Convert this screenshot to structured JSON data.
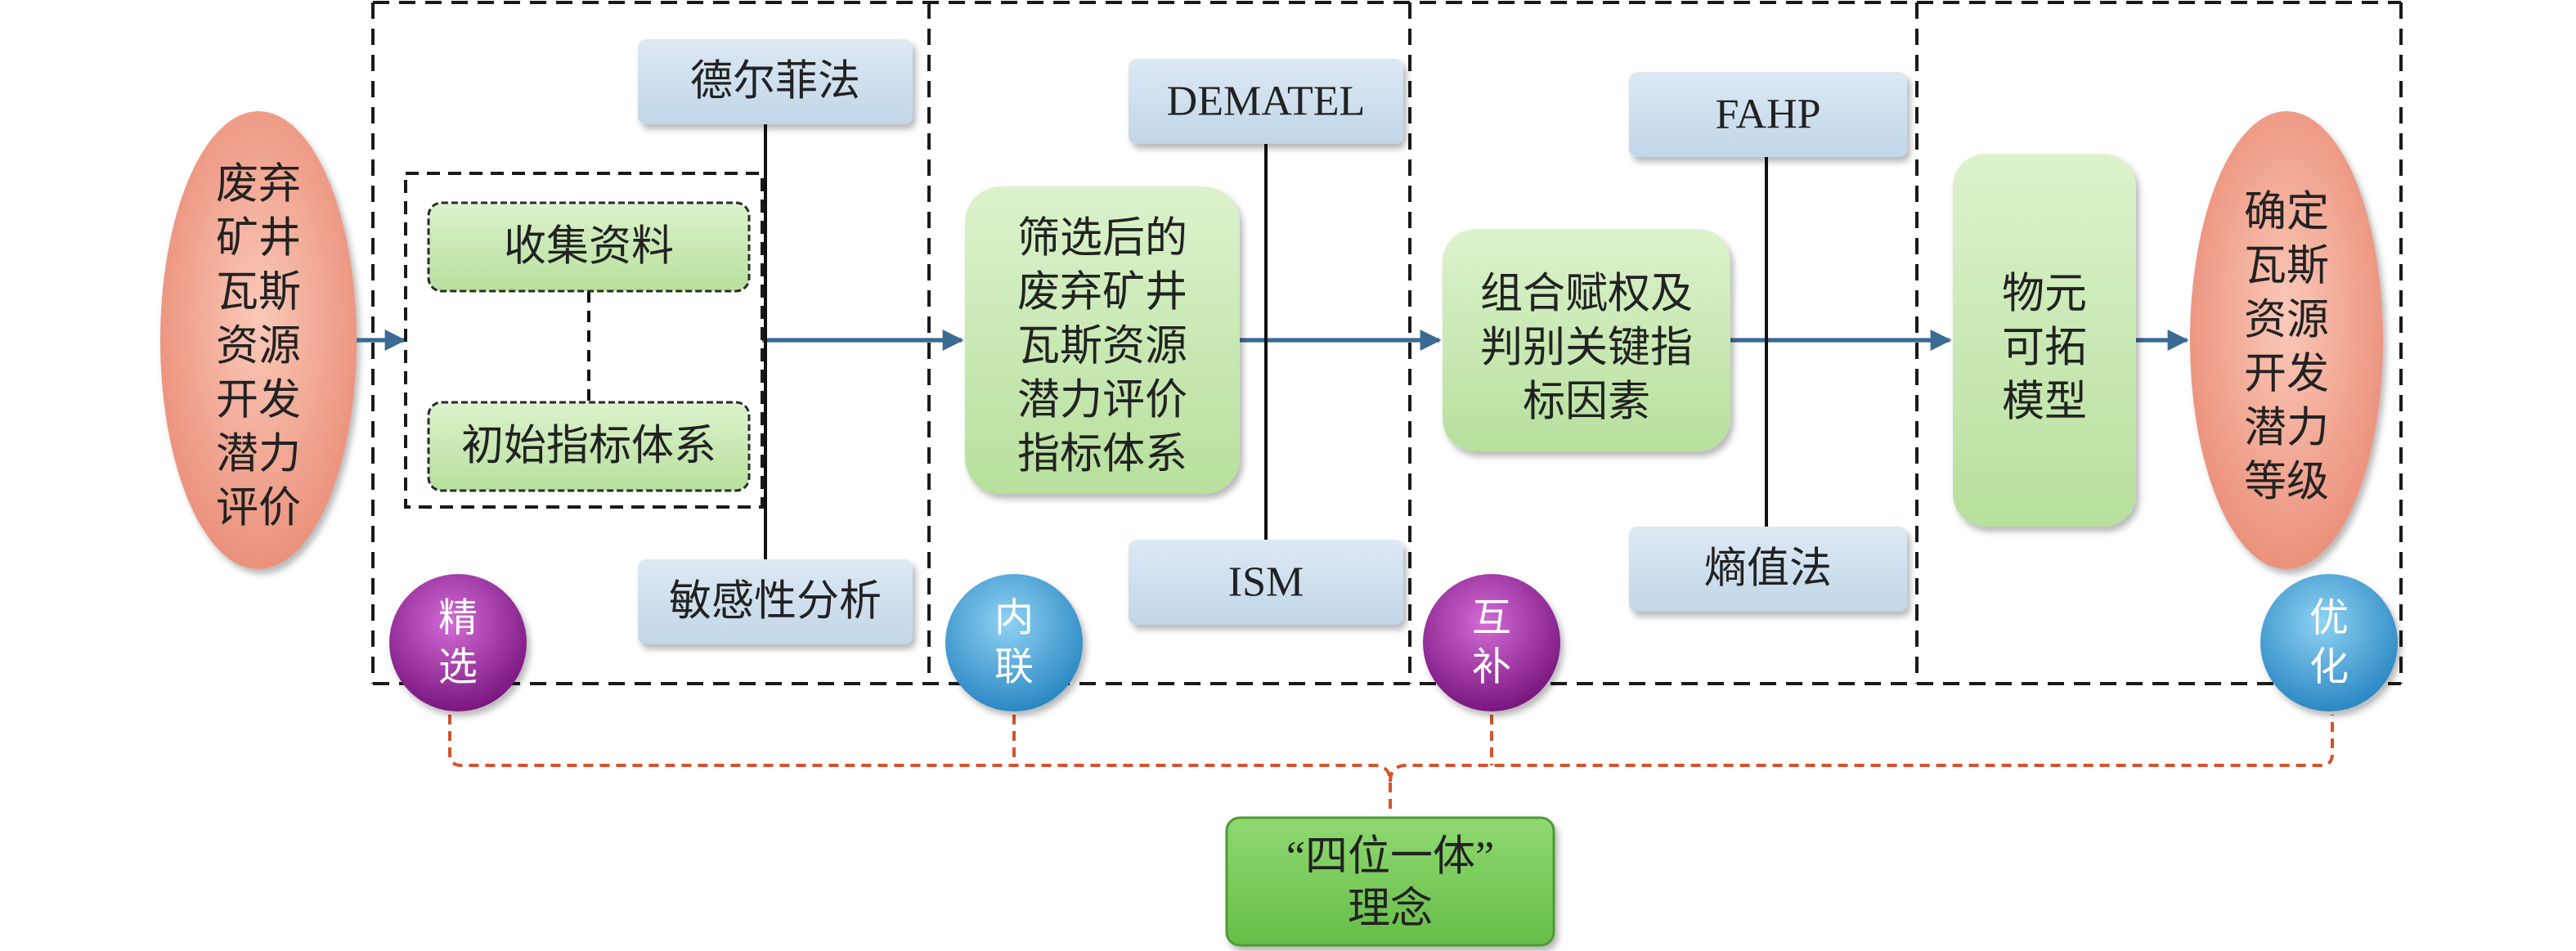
{
  "nodes": {
    "start": {
      "lines": [
        "废弃",
        "矿井",
        "瓦斯",
        "资源",
        "开发",
        "潜力",
        "评价"
      ]
    },
    "collect": {
      "label": "收集资料"
    },
    "initial": {
      "label": "初始指标体系"
    },
    "delphi": {
      "label": "德尔菲法"
    },
    "sensitivity": {
      "label": "敏感性分析"
    },
    "screened": {
      "lines": [
        "筛选后的",
        "废弃矿井",
        "瓦斯资源",
        "潜力评价",
        "指标体系"
      ]
    },
    "dematel": {
      "label": "DEMATEL"
    },
    "ism": {
      "label": "ISM"
    },
    "weighting": {
      "lines": [
        "组合赋权及",
        "判别关键指",
        "标因素"
      ]
    },
    "fahp": {
      "label": "FAHP"
    },
    "entropy": {
      "label": "熵值法"
    },
    "matter_element": {
      "lines": [
        "物元",
        "可拓",
        "模型"
      ]
    },
    "result": {
      "lines": [
        "确定",
        "瓦斯",
        "资源",
        "开发",
        "潜力",
        "等级"
      ]
    }
  },
  "principles": [
    {
      "lines": [
        "精",
        "选"
      ]
    },
    {
      "lines": [
        "内",
        "联"
      ]
    },
    {
      "lines": [
        "互",
        "补"
      ]
    },
    {
      "lines": [
        "优",
        "化"
      ]
    }
  ],
  "concept": {
    "lines": [
      "“四位一体”",
      "理念"
    ]
  },
  "colors": {
    "ellipse_light": "#fbc9b8",
    "ellipse_dark": "#e98c76",
    "process_light": "#dcf2cc",
    "process_dark": "#b7e09d",
    "method_light": "#dde9f4",
    "method_dark": "#c1d6e8",
    "purple_light": "#d46bd6",
    "purple_dark": "#7a1780",
    "cyan_light": "#8fd2f3",
    "cyan_dark": "#2b88c3",
    "concept_light": "#8fd971",
    "concept_dark": "#66bd48",
    "arrow": "#3b6a93",
    "bracket": "#d4532c"
  }
}
